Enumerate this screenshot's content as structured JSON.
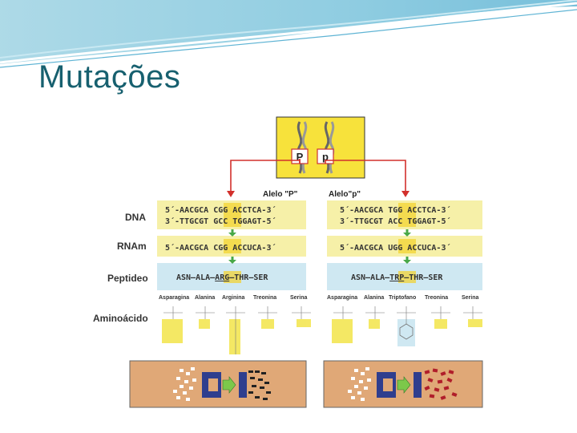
{
  "slide": {
    "title": "Mutações"
  },
  "figure": {
    "row_labels": {
      "dna": "DNA",
      "rna": "RNAm",
      "peptide": "Peptideo",
      "aminoacid": "Aminoácido"
    },
    "chromosome_labels": {
      "dominant": "P",
      "recessive": "p"
    },
    "left": {
      "allele": "Alelo \"P\"",
      "dna_top": {
        "pre": "5´-AACGCA ",
        "codon": "CGG",
        "post": " ACCTCA-3´"
      },
      "dna_bottom": {
        "pre": "3´-TTGCGT ",
        "codon": "GCC",
        "post": " TGGAGT-5´"
      },
      "rna": {
        "pre": "5´-AACGCA ",
        "codon": "CGG",
        "post": " ACCUCA-3´"
      },
      "peptide": {
        "pre": "ASN–ALA–",
        "codon": "ARG",
        "post": "–THR–SER"
      },
      "aminoacids": [
        "Asparagina",
        "Alanina",
        "Arginina",
        "Treonina",
        "Serina"
      ]
    },
    "right": {
      "allele": "Alelo\"p\"",
      "dna_top": {
        "pre": "5´-AACGCA ",
        "codon": "TGG",
        "post": " ACCTCA-3´"
      },
      "dna_bottom": {
        "pre": "3´-TTGCGT ",
        "codon": "ACC",
        "post": " TGGAGT-5´"
      },
      "rna": {
        "pre": "5´-AACGCA ",
        "codon": "UGG",
        "post": " ACCUCA-3´"
      },
      "peptide": {
        "pre": "ASN–ALA–",
        "codon": "TRP",
        "post": "–THR–SER"
      },
      "aminoacids": [
        "Asparagina",
        "Alanina",
        "Triptofano",
        "Treonina",
        "Serina"
      ]
    }
  }
}
